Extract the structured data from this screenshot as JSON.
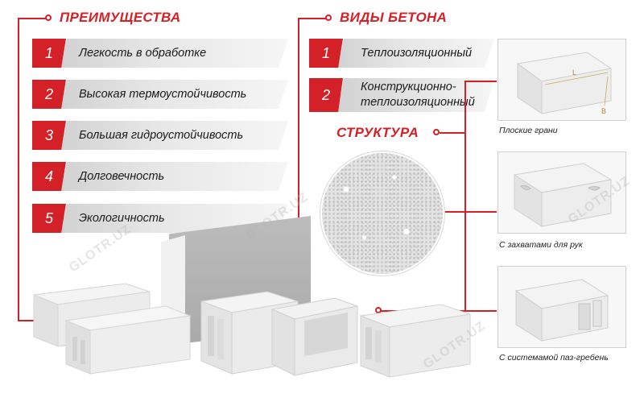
{
  "advantages": {
    "heading": "ПРЕИМУЩЕСТВА",
    "items": [
      {
        "num": "1",
        "label": "Легкость в обработке"
      },
      {
        "num": "2",
        "label": "Высокая термоустойчивость"
      },
      {
        "num": "3",
        "label": "Большая гидроустойчивость"
      },
      {
        "num": "4",
        "label": "Долговечность"
      },
      {
        "num": "5",
        "label": "Экологичность"
      }
    ]
  },
  "concrete_types": {
    "heading": "ВИДЫ БЕТОНА",
    "items": [
      {
        "num": "1",
        "label_line1": "Теплоизоляционный",
        "label_line2": ""
      },
      {
        "num": "2",
        "label_line1": "Конструкционно-",
        "label_line2": "теплоизоляционный"
      }
    ]
  },
  "structure": {
    "heading": "СТРУКТУРА"
  },
  "block_types": {
    "items": [
      {
        "caption": "Плоские грани",
        "dim_a": "L",
        "dim_b": "B"
      },
      {
        "caption": "С захватами для рук"
      },
      {
        "caption": "С системамой паз-гребень"
      }
    ]
  },
  "watermark": "GLOTR.UZ",
  "colors": {
    "accent": "#d42027",
    "bar_gray": "#e2e2e2"
  }
}
